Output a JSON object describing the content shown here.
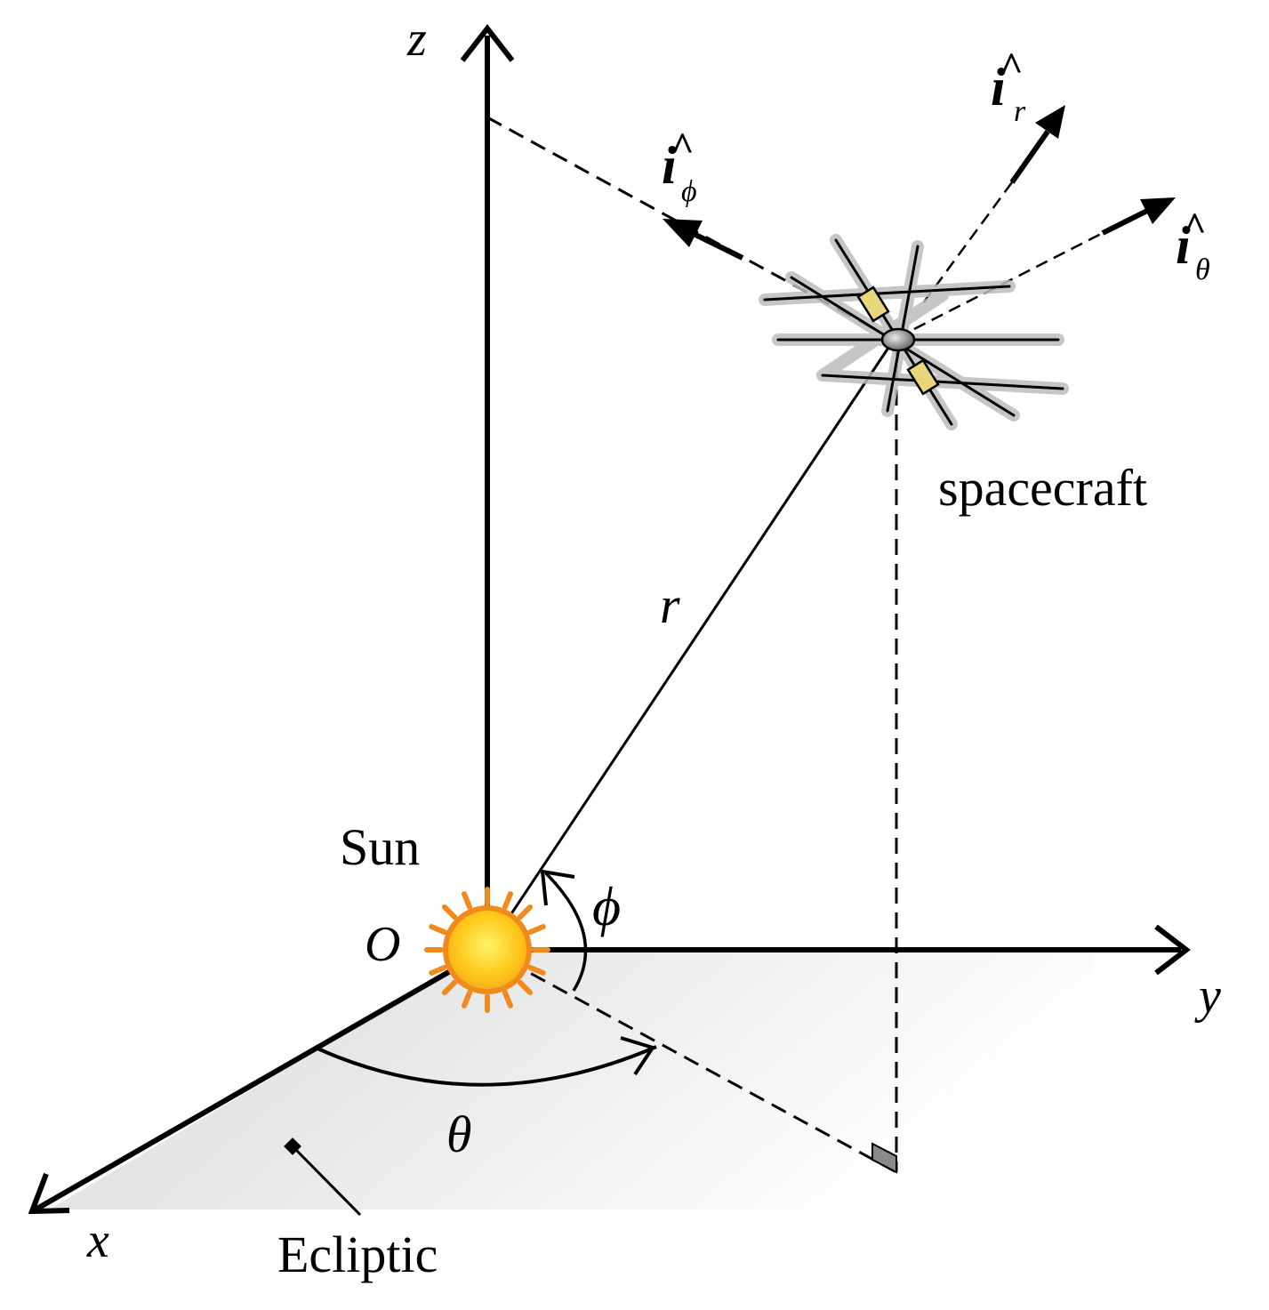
{
  "diagram": {
    "axes": {
      "x": "x",
      "y": "y",
      "z": "z"
    },
    "origin_label": "O",
    "sun_label": "Sun",
    "spacecraft_label": "spacecraft",
    "radius_label": "r",
    "angle_theta": "θ",
    "angle_phi": "ϕ",
    "plane_label": "Ecliptic",
    "unit_vectors": [
      {
        "base": "i",
        "hat": "^",
        "sub": "r"
      },
      {
        "base": "i",
        "hat": "^",
        "sub": "ϕ"
      },
      {
        "base": "i",
        "hat": "^",
        "sub": "θ"
      }
    ],
    "colors": {
      "ink": "#000000",
      "sun_fill": "#FFD21F",
      "sun_ray": "#F08A1C",
      "plane": "#E6E7E8",
      "panel": "#E8D77A",
      "spacecraft_glow": "#BDBDBD"
    }
  }
}
